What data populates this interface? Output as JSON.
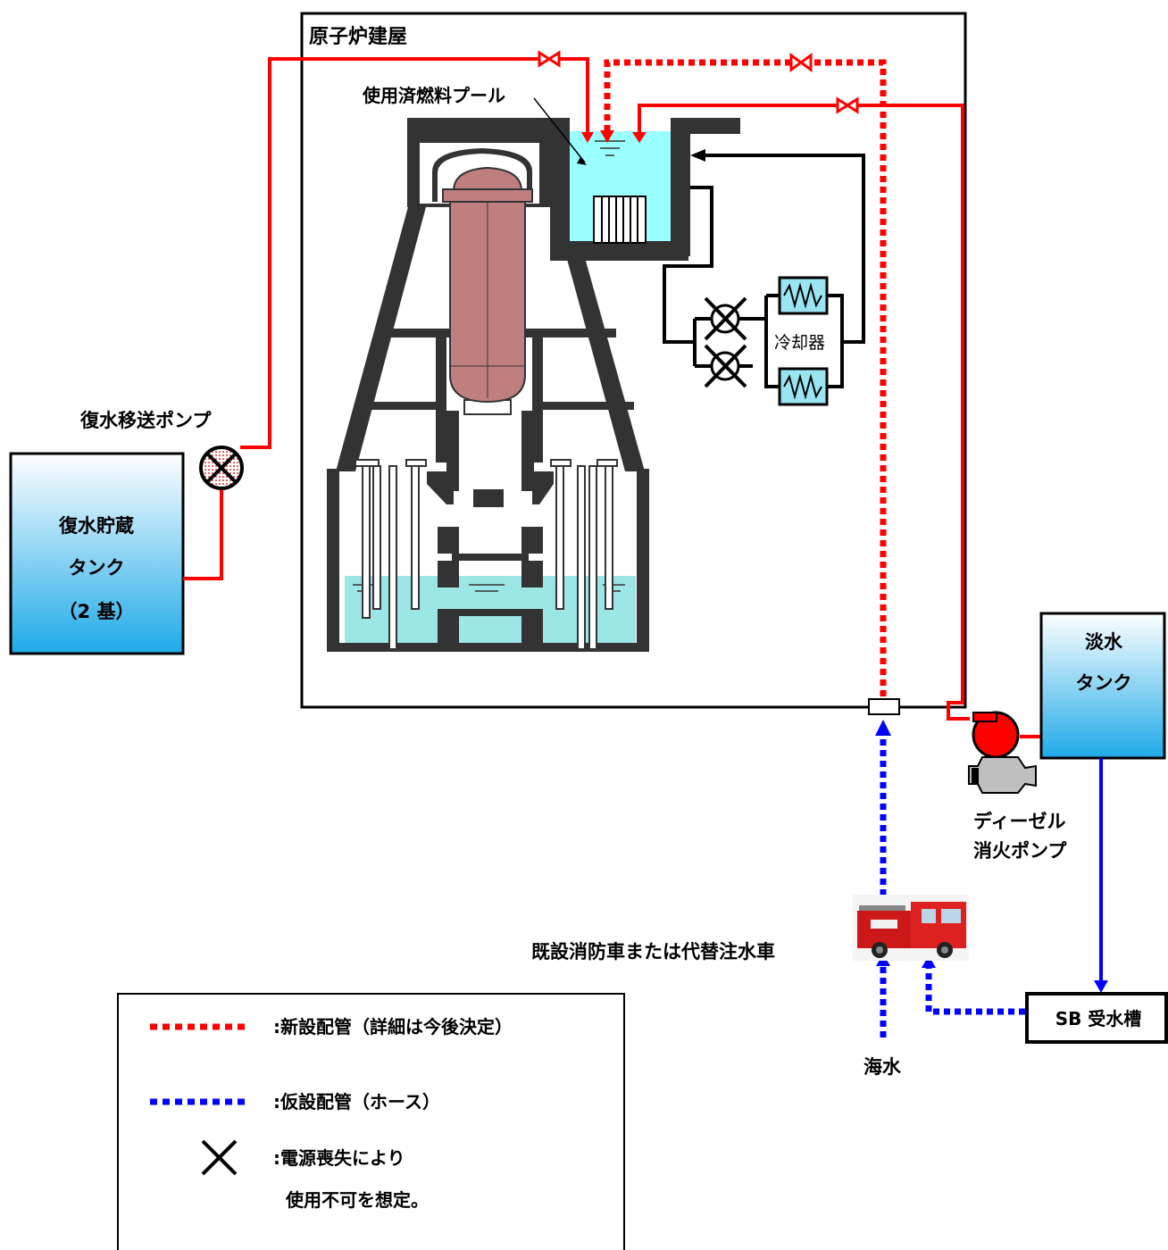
{
  "labels": {
    "reactor_building": "原子炉建屋",
    "spent_fuel_pool": "使用済燃料プール",
    "cooler": "冷却器",
    "condensate_pump": "復水移送ポンプ",
    "condensate_tank_line1": "復水貯蔵",
    "condensate_tank_line2": "タンク",
    "condensate_tank_line3": "（2 基）",
    "freshwater_tank_line1": "淡水",
    "freshwater_tank_line2": "タンク",
    "diesel_pump_line1": "ディーゼル",
    "diesel_pump_line2": "消火ポンプ",
    "fire_truck": "既設消防車または代替注水車",
    "sb_tank": "SB 受水槽",
    "seawater": "海水"
  },
  "legend": {
    "new_pipe": ":新設配管（詳細は今後決定）",
    "temp_pipe": ":仮設配管（ホース）",
    "unavailable_line1": ":電源喪失により",
    "unavailable_line2": "使用不可を想定。"
  },
  "colors": {
    "new_pipe": "#ff0000",
    "temp_pipe": "#0000ff",
    "existing_pipe": "#000000",
    "wall": "#333333",
    "water": "#9de6e6",
    "pool_water": "#99ffff",
    "vessel": "#c07f7f",
    "tank_top": "#ffffff",
    "tank_bottom": "#1eaae8"
  }
}
